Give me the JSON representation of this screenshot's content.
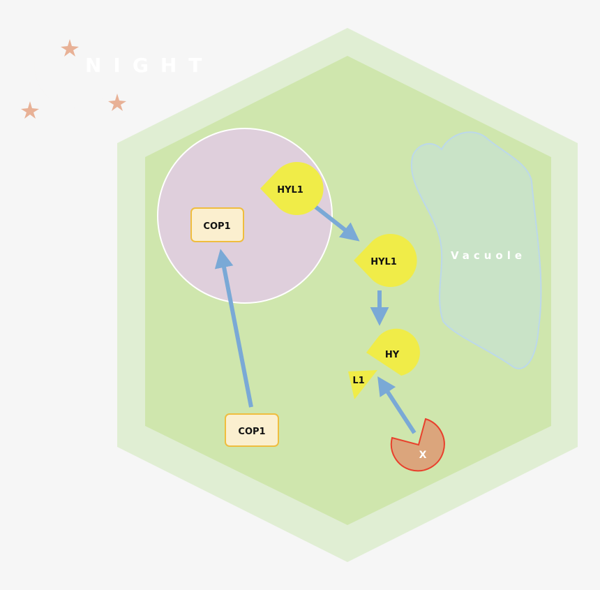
{
  "corner": {
    "title": "NIGHT",
    "icon": "crescent-moon-with-stars-icon"
  },
  "cell": {
    "vacuole_label": "Vacuole",
    "nucleus": {
      "protein_label": "COP1",
      "hyl1_label": "HYL1"
    },
    "cytoplasm": {
      "hyl1_label": "HYL1",
      "hy_fragment_label": "HY",
      "l1_fragment_label": "L1",
      "cop1_label": "COP1",
      "protease_label": "X"
    }
  },
  "colors": {
    "background": "#f6f6f6",
    "cell_wall": "#e0eed3",
    "cytoplasm": "#cfe6ad",
    "nucleus": "#dfcfdc",
    "vacuole": "#c9e3c7",
    "protein_yellow": "#f0ec48",
    "cop1_box": "#fbefcf",
    "cop1_border": "#efbd3e",
    "arrow": "#7aa9d6",
    "protease": "#dba57c",
    "protease_border": "#e8402c",
    "moon": "#e7b79c"
  }
}
